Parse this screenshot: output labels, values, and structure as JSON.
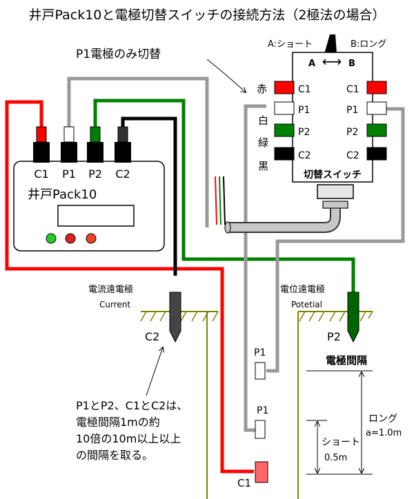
{
  "title": "井戸Pack10と電極切替スイッチの接続方法（2極法の場合）",
  "p1_switch_note": "P1電極のみ切替",
  "switch": {
    "pos_a": "A:ショート",
    "pos_b": "B:ロング",
    "a_label": "A",
    "b_label": "B",
    "arrow": "⟷",
    "name": "切替スイッチ",
    "left_terminals": [
      "C1",
      "P1",
      "P2",
      "C2"
    ],
    "right_terminals": [
      "C1",
      "P1",
      "P2",
      "C2"
    ],
    "wire_colors_label": [
      "赤",
      "白",
      "緑",
      "黒"
    ]
  },
  "device": {
    "name": "井戸Pack10",
    "terminals": [
      "C1",
      "P1",
      "P2",
      "C2"
    ],
    "leds": [
      "#22cc22",
      "#dd2222",
      "#ee4422"
    ]
  },
  "electrodes": {
    "current_title": "電流遠電極",
    "current_sub": "Current",
    "c2": "C2",
    "potential_title": "電位遠電極",
    "potential_sub": "Potetial",
    "p2": "P2",
    "p1_long": "P1",
    "p1_short": "P1",
    "c1": "C1"
  },
  "note": [
    "P1とP2、C1とC2は、",
    "電極間隔1mの約",
    "10倍の10m以上以上",
    "の間隔を取る。"
  ],
  "spacing": {
    "title": "電極間隔",
    "long": "ロング",
    "long_value": "a=1.0m",
    "short": "ショート",
    "short_value": "0.5m"
  },
  "colors": {
    "red": "#ff0000",
    "green": "#008000",
    "black": "#000000",
    "gray": "#999999",
    "olive": "#808000"
  }
}
